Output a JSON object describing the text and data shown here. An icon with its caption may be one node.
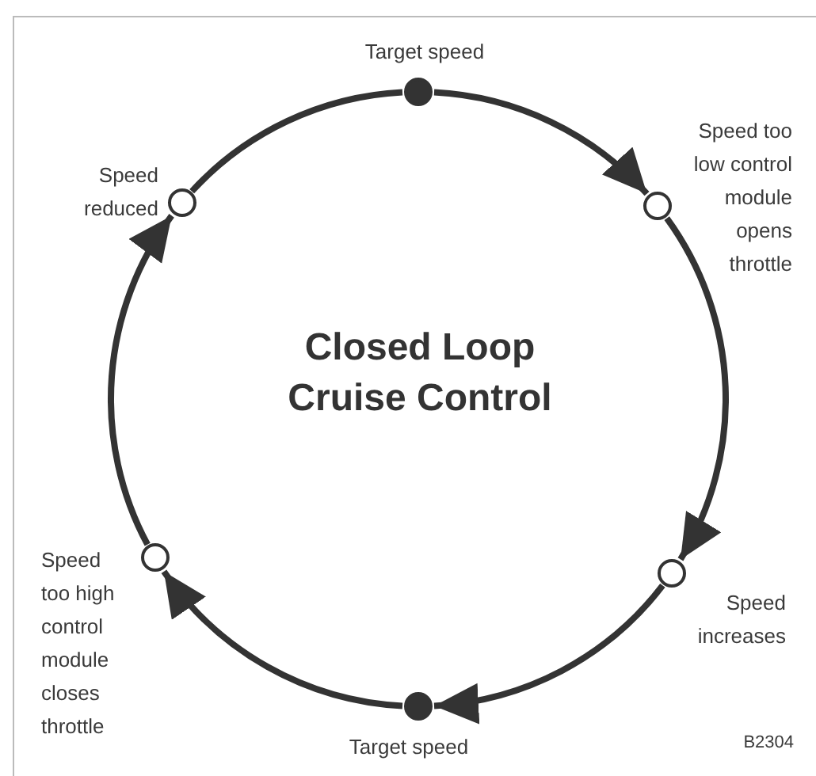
{
  "diagram": {
    "title": "Closed Loop Cruise Control",
    "nodes": [
      {
        "text": [
          "Target speed"
        ]
      },
      {
        "text": [
          "Speed reduced"
        ]
      },
      {
        "text": [
          "Speed too low control module opens throttle"
        ]
      },
      {
        "text": [
          "Speed too high control module closes throttle"
        ]
      },
      {
        "text": [
          "Speed increases"
        ]
      },
      {
        "text": [
          "Target speed"
        ]
      }
    ],
    "edges": [
      {
        "from": 0,
        "to": 2,
        "arrow": "to"
      },
      {
        "from": 2,
        "to": 4,
        "arrow": "to"
      },
      {
        "from": 4,
        "to": 5,
        "arrow": "to"
      },
      {
        "from": 5,
        "to": 3,
        "arrow": "to"
      },
      {
        "from": 3,
        "to": 1,
        "arrow": "to"
      },
      {
        "from": 1,
        "to": 0,
        "arrow": "none"
      }
    ],
    "labels": [
      "B2304"
    ]
  }
}
